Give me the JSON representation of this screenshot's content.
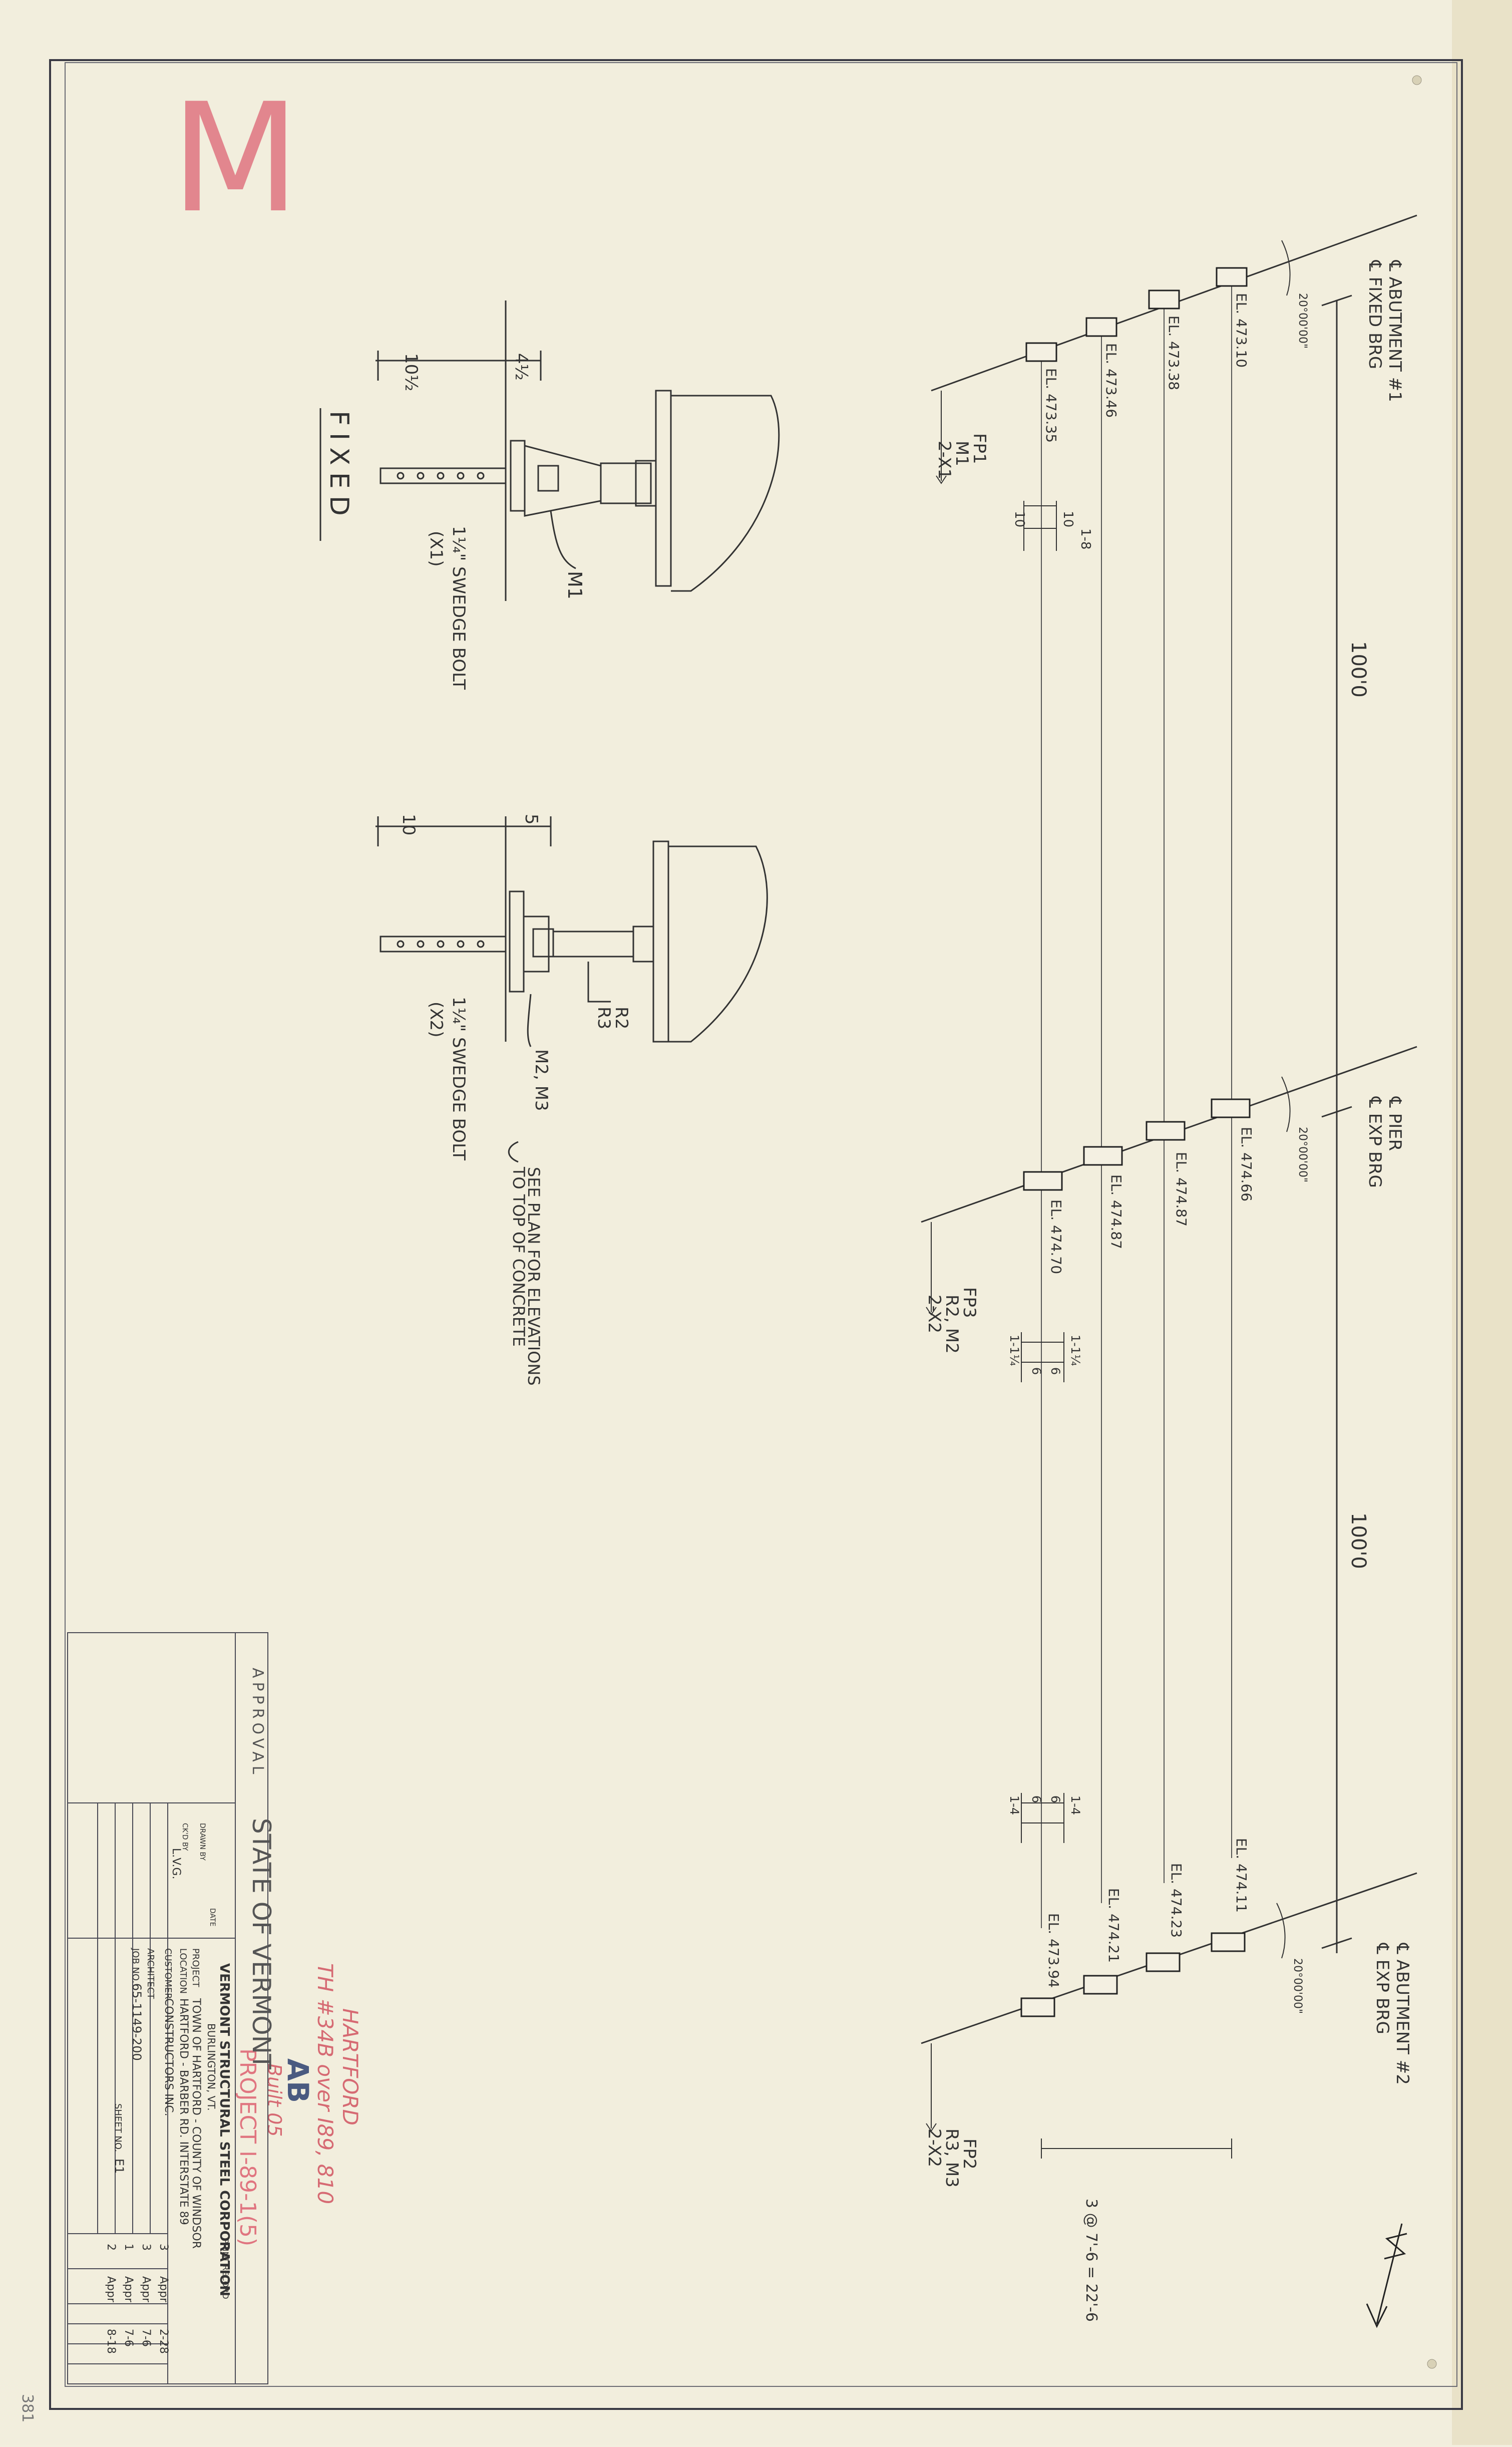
{
  "corner_mark": "M",
  "fixed_detail": {
    "title": "FIXED",
    "dim_left": "10½",
    "dim_right": "4½",
    "callout_m1": "M1",
    "bolt_line1": "1¼\" SWEDGE BOLT",
    "bolt_line2": "(X1)"
  },
  "expansion_detail": {
    "dim_left": "10",
    "dim_right": "5",
    "tag_r2": "R2",
    "tag_r3": "R3",
    "callout_m2m3": "M2, M3",
    "bolt_line1": "1¼\" SWEDGE BOLT",
    "bolt_line2": "(X2)",
    "note_line1": "SEE PLAN FOR ELEVATIONS",
    "note_line2": "TO TOP OF CONCRETE"
  },
  "abutment1": {
    "label_line1": "℄ ABUTMENT #1",
    "label_line2": "℄ FIXED BRG",
    "skew": "20°00'00\"",
    "elevations": [
      "EL. 473.10",
      "EL. 473.38",
      "EL. 473.46",
      "EL. 473.35"
    ],
    "mark": "FP1",
    "tag_line1": "M1",
    "tag_line2": "2-X1",
    "dims": [
      "10",
      "10",
      "1-8"
    ]
  },
  "pier": {
    "label_line1": "℄ PIER",
    "label_line2": "℄ EXP BRG",
    "skew": "20°00'00\"",
    "elevations": [
      "EL. 474.66",
      "EL. 474.87",
      "EL. 474.87",
      "EL. 474.70"
    ],
    "mark": "FP3",
    "tag_line1": "R2, M2",
    "tag_line2": "2-X2",
    "dims": [
      "1-1¼",
      "1-1¼",
      "6",
      "6"
    ]
  },
  "abutment2": {
    "label_line1": "℄ ABUTMENT #2",
    "label_line2": "℄ EXP BRG",
    "skew": "20°00'00\"",
    "elevations": [
      "EL. 474.11",
      "EL. 474.23",
      "EL. 474.21",
      "EL. 473.94"
    ],
    "mark": "FP2",
    "tag_line1": "R3, M3",
    "tag_line2": "2-X2",
    "dims": [
      "1-4",
      "6",
      "6",
      "1-4"
    ],
    "spacing": "3 @ 7'-6 = 22'-6"
  },
  "span1": "100'0",
  "span2": "100'0",
  "north_arrow": "N",
  "annotations": {
    "red_line1": "HARTFORD",
    "red_line2": "TH #34B over I89, 810",
    "initials": "AB",
    "built": "Built 05",
    "project": "PROJECT I-89-1(5)"
  },
  "title_block": {
    "approval": "APPROVAL",
    "state": "STATE OF VERMONT",
    "company": "VERMONT STRUCTURAL STEEL CORPORATION",
    "city": "BURLINGTON, VT.",
    "project_label": "PROJECT",
    "project_value": "TOWN OF HARTFORD - COUNTY OF WINDSOR",
    "location_label": "LOCATION",
    "location_value": "HARTFORD - BARBER RD. INTERSTATE 89",
    "customer_label": "CUSTOMER",
    "customer_value": "CONSTRUCTORS INC.",
    "architect_label": "ARCHITECT",
    "job_label": "JOB NO.",
    "job_value": "65-1149-200",
    "sheet_label": "SHEET NO.",
    "sheet_value": "E1",
    "drawn_label": "DRAWN BY",
    "drawn_value": "",
    "ckd_label": "CK'D BY",
    "ckd_value": "L.V.G.",
    "date_label": "DATE",
    "revision_heading": "PRINT RECORD",
    "revisions": [
      {
        "no": "3",
        "for": "Appr",
        "date": "2-28"
      },
      {
        "no": "3",
        "for": "Appr",
        "date": "7-6"
      },
      {
        "no": "1",
        "for": "Appr",
        "date": "7-6"
      },
      {
        "no": "2",
        "for": "Appr",
        "date": "8-18"
      }
    ]
  },
  "margin_note": "381"
}
